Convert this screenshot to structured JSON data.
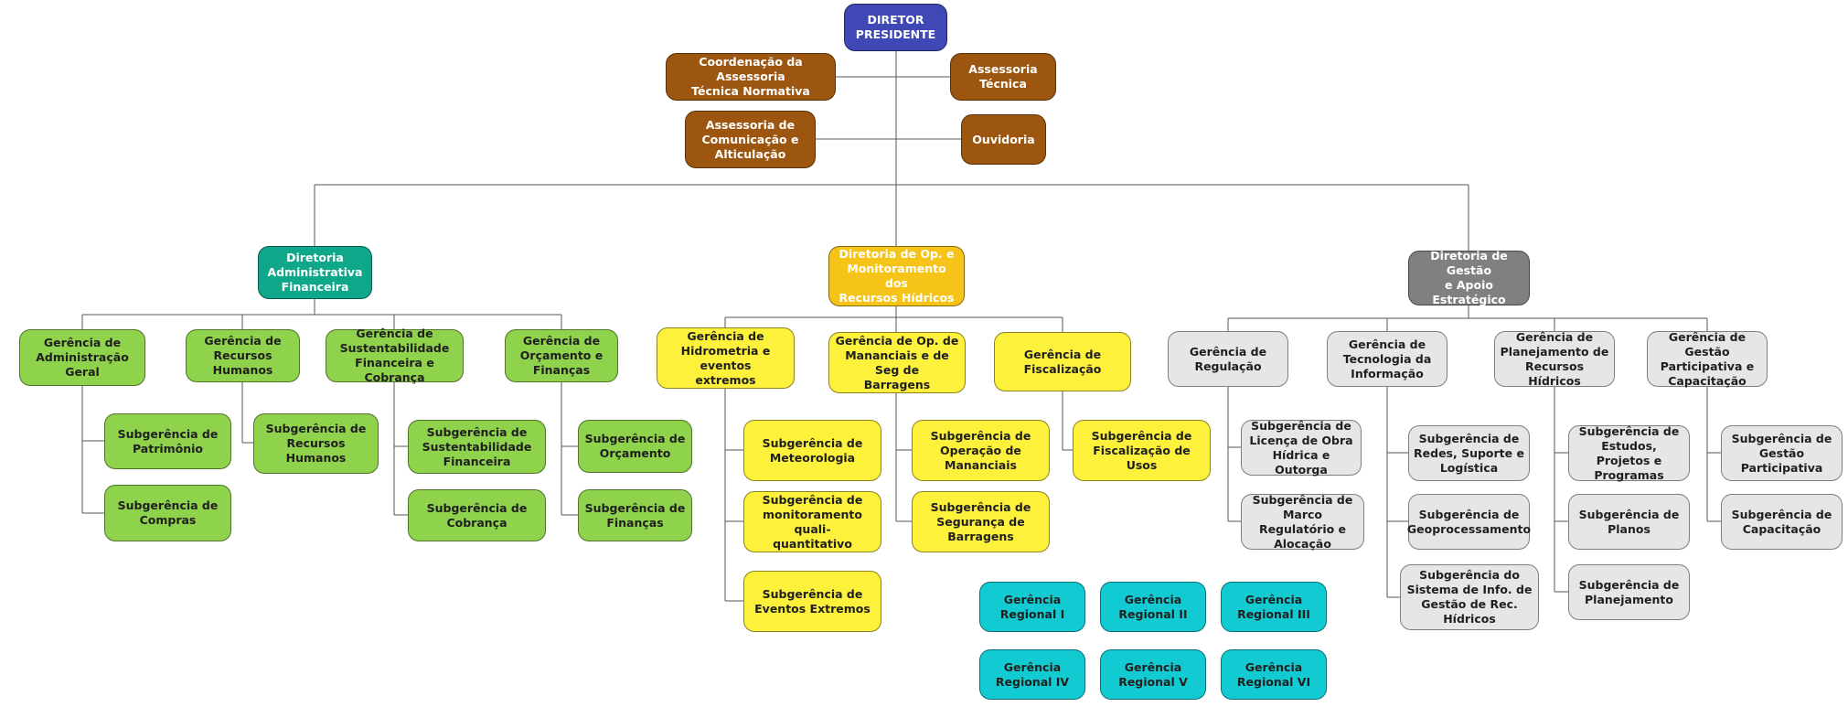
{
  "org_chart": {
    "root": {
      "label": "DIRETOR\nPRESIDENTE"
    },
    "advisory": {
      "coord_assessoria": "Coordenação da Assessoria\nTécnica Normativa",
      "assessoria_tecnica": "Assessoria\nTécnica",
      "assessoria_comunicacao": "Assessoria de\nComunicação e\nAlticulação",
      "ouvidoria": "Ouvidoria"
    },
    "directorates": {
      "admin": "Diretoria\nAdministrativa\nFinanceira",
      "operacoes": "Diretoria de Op. e\nMonitoramento dos\nRecursos Hídricos",
      "gestao": "Diretoria de Gestão\ne Apoio Estratégico"
    },
    "admin_branch": {
      "ger_administracao": "Gerência de\nAdministração Geral",
      "ger_rh": "Gerência de\nRecursos Humanos",
      "ger_sustentabilidade": "Gerência de\nSustentabilidade\nFinanceira e Cobrança",
      "ger_orcamento": "Gerência de\nOrçamento e\nFinanças",
      "sub_patrimonio": "Subgerência de\nPatrimônio",
      "sub_compras": "Subgerência de\nCompras",
      "sub_rh": "Subgerência de\nRecursos Humanos",
      "sub_sustentabilidade": "Subgerência de\nSustentabilidade\nFinanceira",
      "sub_cobranca": "Subgerência de\nCobrança",
      "sub_orcamento": "Subgerência de\nOrçamento",
      "sub_financas": "Subgerência de\nFinanças"
    },
    "ops_branch": {
      "ger_hidrometria": "Gerência de\nHidrometria e eventos\nextremos",
      "ger_mananciais": "Gerência de Op. de\nMananciais e de Seg de\nBarragens",
      "ger_fiscalizacao": "Gerência de\nFiscalização",
      "sub_meteorologia": "Subgerência de\nMeteorologia",
      "sub_monitoramento": "Subgerência de\nmonitoramento quali-\nquantitativo",
      "sub_eventos": "Subgerência de\nEventos Extremos",
      "sub_operacao": "Subgerência de\nOperação de\nMananciais",
      "sub_seguranca": "Subgerência de\nSegurança de\nBarragens",
      "sub_fiscalizacao": "Subgerência de\nFiscalização de Usos"
    },
    "regionals": [
      "Gerência\nRegional I",
      "Gerência\nRegional II",
      "Gerência\nRegional III",
      "Gerência\nRegional IV",
      "Gerência\nRegional V",
      "Gerência\nRegional VI"
    ],
    "gestao_branch": {
      "ger_regulacao": "Gerência de\nRegulação",
      "ger_ti": "Gerência de\nTecnologia da\nInformação",
      "ger_planejamento": "Gerência de\nPlanejamento de\nRecursos Hídricos",
      "ger_participativa": "Gerência de Gestão\nParticipativa e\nCapacitação",
      "sub_licenca": "Subgerência de\nLicença de Obra\nHídrica e Outorga",
      "sub_marco": "Subgerência de\nMarco Regulatório e\nAlocação",
      "sub_redes": "Subgerência de\nRedes, Suporte e\nLogística",
      "sub_geoprocessamento": "Subgerência de\nGeoprocessamento",
      "sub_sistema": "Subgerência do\nSistema de Info. de\nGestão de Rec. Hídricos",
      "sub_estudos": "Subgerência de\nEstudos, Projetos e\nProgramas",
      "sub_planos": "Subgerência de\nPlanos",
      "sub_planejamento": "Subgerência de\nPlanejamento",
      "sub_gestao_participativa": "Subgerência de\nGestão Participativa",
      "sub_capacitacao": "Subgerência de\nCapacitação"
    }
  },
  "colors": {
    "president": "#3f48b5",
    "advisory": "#9d560f",
    "admin_directorate": "#0ea78a",
    "ops_directorate": "#f6c419",
    "gestao_directorate": "#808080",
    "admin_units": "#8fd24c",
    "ops_units": "#fdf13c",
    "gestao_units": "#e6e6e6",
    "regional_units": "#12cbd2",
    "connector": "#555555"
  }
}
